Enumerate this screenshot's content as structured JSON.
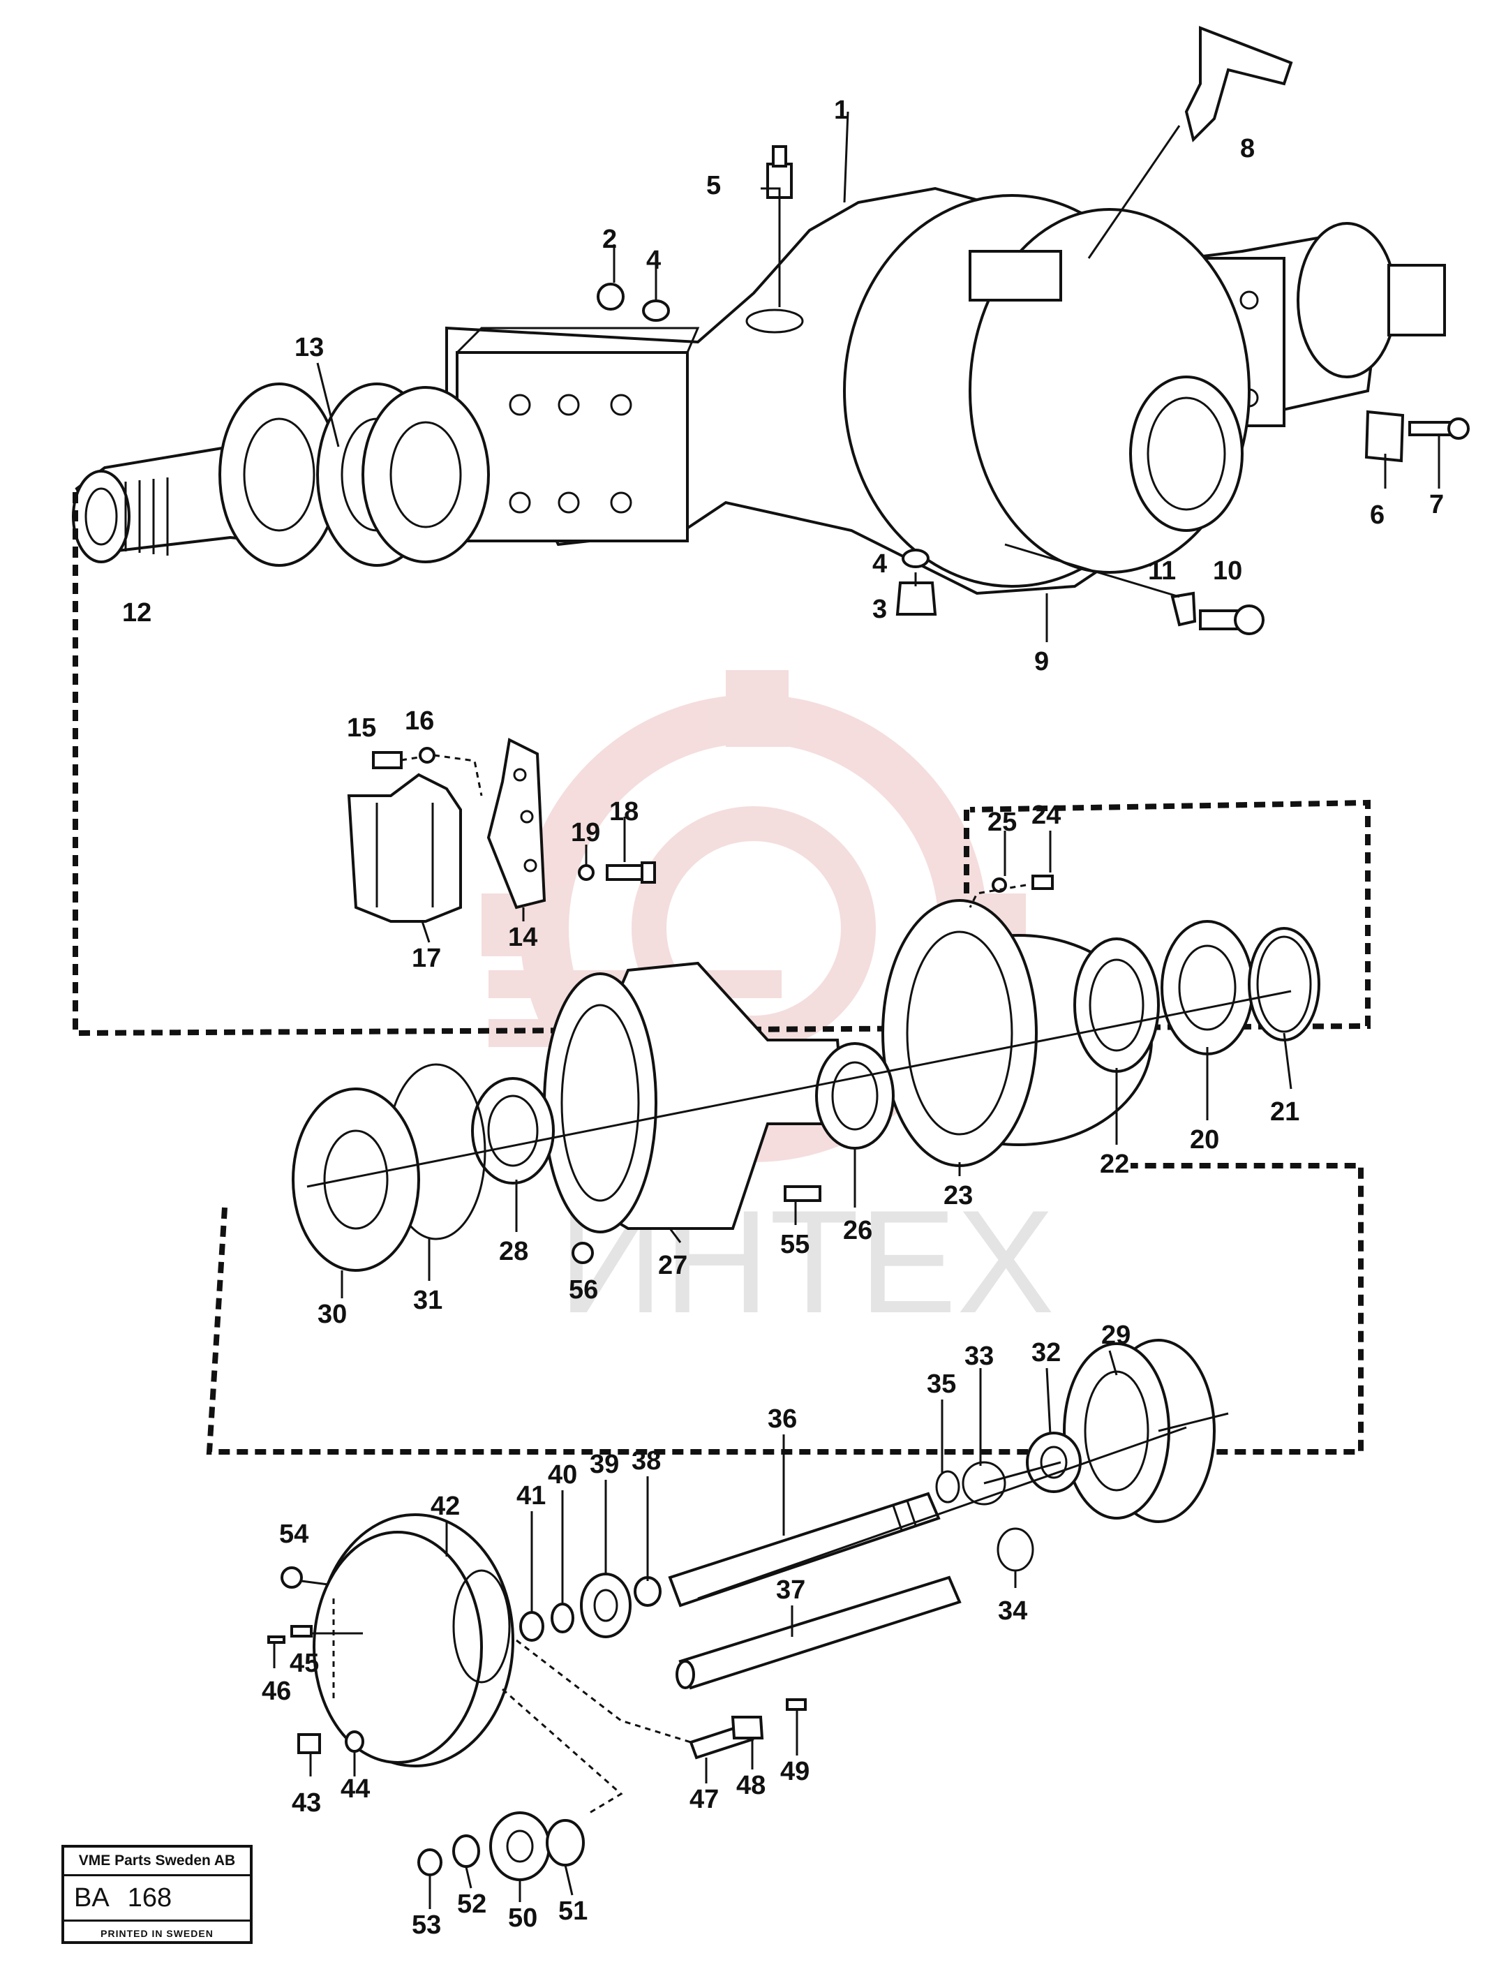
{
  "stamp": {
    "company": "VME Parts Sweden AB",
    "code_prefix": "BA",
    "code_number": "168",
    "printed": "PRINTED IN SWEDEN"
  },
  "watermark": {
    "text": "ИНТЕХ",
    "color": "#e8b4b4"
  },
  "callouts": {
    "1": "1",
    "2": "2",
    "3": "3",
    "4a": "4",
    "4b": "4",
    "5": "5",
    "6": "6",
    "7": "7",
    "8": "8",
    "9": "9",
    "10": "10",
    "11": "11",
    "12": "12",
    "13": "13",
    "14": "14",
    "15": "15",
    "16": "16",
    "17": "17",
    "18": "18",
    "19": "19",
    "20": "20",
    "21": "21",
    "22": "22",
    "23": "23",
    "24": "24",
    "25": "25",
    "26": "26",
    "27": "27",
    "28": "28",
    "29": "29",
    "30": "30",
    "31": "31",
    "32": "32",
    "33": "33",
    "34": "34",
    "35": "35",
    "36": "36",
    "37": "37",
    "38": "38",
    "39": "39",
    "40": "40",
    "41": "41",
    "42": "42",
    "43": "43",
    "44": "44",
    "45": "45",
    "46": "46",
    "47": "47",
    "48": "48",
    "49": "49",
    "50": "50",
    "51": "51",
    "52": "52",
    "53": "53",
    "54": "54",
    "55": "55",
    "56": "56"
  }
}
